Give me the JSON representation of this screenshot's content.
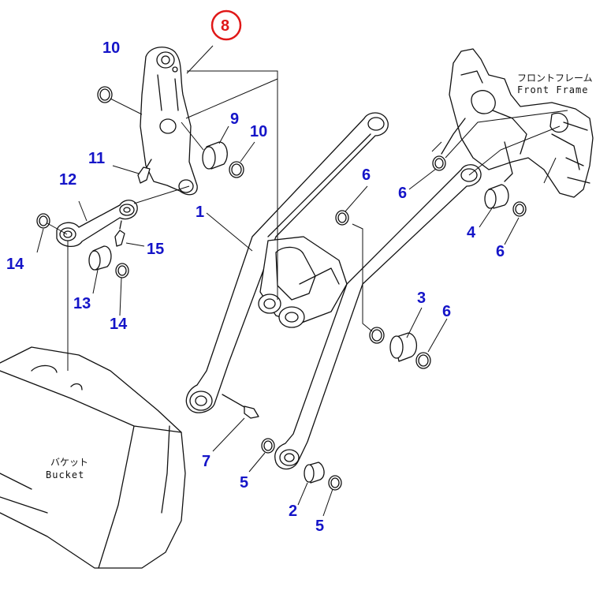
{
  "labels": {
    "front_frame_jp": "フロントフレーム",
    "front_frame_en": "Front Frame",
    "bucket_jp": "バケット",
    "bucket_en": "Bucket"
  },
  "callouts": {
    "c1": "1",
    "c2": "2",
    "c3": "3",
    "c4": "4",
    "c5a": "5",
    "c5b": "5",
    "c6a": "6",
    "c6b": "6",
    "c6c": "6",
    "c6d": "6",
    "c7": "7",
    "c8": "8",
    "c9": "9",
    "c10a": "10",
    "c10b": "10",
    "c11": "11",
    "c12": "12",
    "c13": "13",
    "c14a": "14",
    "c14b": "14",
    "c15": "15"
  },
  "colors": {
    "callout": "#1414c8",
    "highlight": "#e01818",
    "line": "#111111"
  }
}
